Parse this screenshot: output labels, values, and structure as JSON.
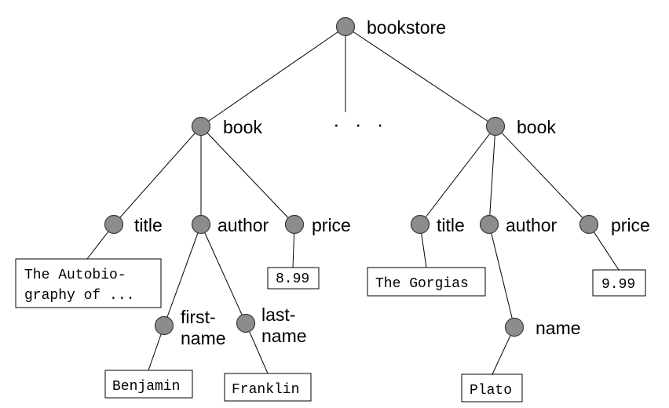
{
  "diagram": {
    "root": "bookstore",
    "ellipsis": "· · ·",
    "labels": {
      "bookstore": "bookstore",
      "book1": "book",
      "book2": "book",
      "title1": "title",
      "author1": "author",
      "price1": "price",
      "firstname_line1": "first-",
      "firstname_line2": "name",
      "lastname_line1": "last-",
      "lastname_line2": "name",
      "title2": "title",
      "author2": "author",
      "price2": "price",
      "name": "name"
    },
    "values": {
      "title1_line1": "The Autobio-",
      "title1_line2": "graphy of ...",
      "price1": "8.99",
      "firstname": "Benjamin",
      "lastname": "Franklin",
      "title2": "The Gorgias",
      "price2": "9.99",
      "name": "Plato"
    }
  }
}
